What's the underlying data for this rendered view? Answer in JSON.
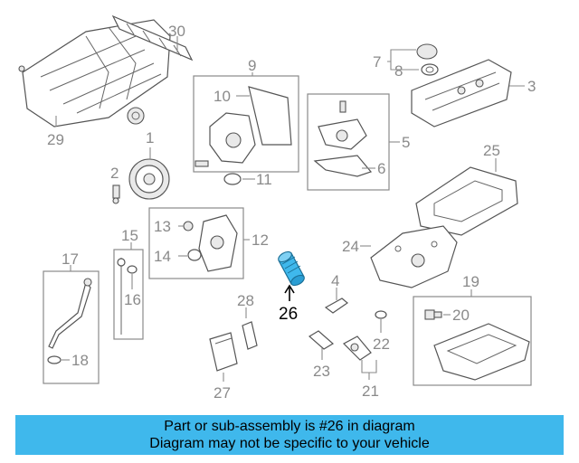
{
  "diagram": {
    "callouts": {
      "c1": "1",
      "c2": "2",
      "c3": "3",
      "c4": "4",
      "c5": "5",
      "c6": "6",
      "c7": "7",
      "c8": "8",
      "c9": "9",
      "c10": "10",
      "c11": "11",
      "c12": "12",
      "c13": "13",
      "c14": "14",
      "c15": "15",
      "c16": "16",
      "c17": "17",
      "c18": "18",
      "c19": "19",
      "c20": "20",
      "c21": "21",
      "c22": "22",
      "c23": "23",
      "c24": "24",
      "c25": "25",
      "c26": "26",
      "c27": "27",
      "c28": "28",
      "c29": "29",
      "c30": "30"
    },
    "highlight_color": "#3fb8ec"
  },
  "banner": {
    "line1": "Part or sub-assembly is #26 in diagram",
    "line2": "Diagram may not be specific to your vehicle",
    "color": "#3fb8ec"
  }
}
